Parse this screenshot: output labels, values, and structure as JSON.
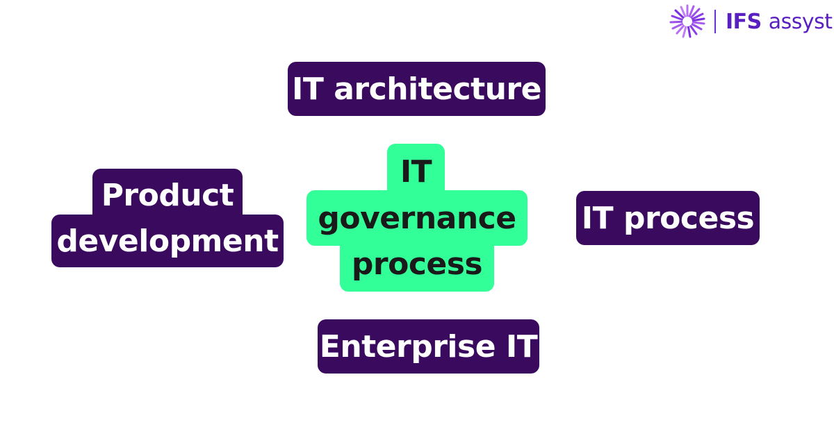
{
  "brand": {
    "name_bold": "IFS",
    "name_light": "assyst"
  },
  "colors": {
    "dark_node": "#3a0a5e",
    "center_node": "#33ff99",
    "brand": "#5a1fc0"
  },
  "diagram": {
    "center": {
      "lines": [
        "IT",
        "governance",
        "process"
      ]
    },
    "top": {
      "lines": [
        "IT architecture"
      ]
    },
    "left": {
      "lines": [
        "Product",
        "development"
      ]
    },
    "right": {
      "lines": [
        "IT process"
      ]
    },
    "bottom": {
      "lines": [
        "Enterprise IT"
      ]
    }
  }
}
